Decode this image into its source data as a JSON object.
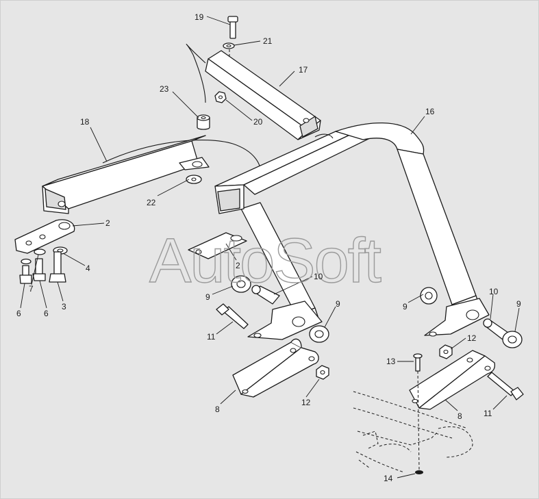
{
  "watermark": "AutoSoft",
  "callouts": {
    "c19": "19",
    "c21": "21",
    "c17": "17",
    "c23": "23",
    "c20": "20",
    "c18": "18",
    "c16": "16",
    "c22": "22",
    "c2a": "2",
    "c2b": "2",
    "c4": "4",
    "c7": "7",
    "c6a": "6",
    "c6b": "6",
    "c3": "3",
    "c10a": "10",
    "c9a": "9",
    "c11a": "11",
    "c9b": "9",
    "c12a": "12",
    "c8a": "8",
    "c9c": "9",
    "c10b": "10",
    "c9d": "9",
    "c12b": "12",
    "c13": "13",
    "c8b": "8",
    "c11b": "11",
    "c14": "14"
  },
  "colors": {
    "line": "#1a1a1a",
    "paper": "#e6e6e6",
    "watermark": "#9a9a9a"
  }
}
